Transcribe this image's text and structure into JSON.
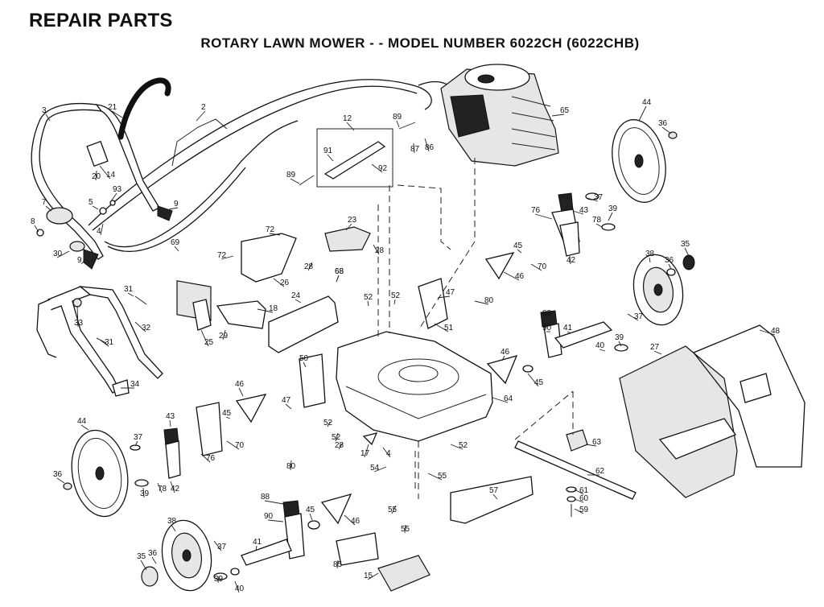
{
  "document": {
    "title": "REPAIR PARTS",
    "subtitle": "ROTARY LAWN MOWER - - MODEL NUMBER 6022CH (6022CHB)"
  },
  "callouts": [
    {
      "id": "c1",
      "text": "3"
    },
    {
      "id": "c2",
      "text": "21"
    },
    {
      "id": "c3",
      "text": "2"
    },
    {
      "id": "c4",
      "text": "12"
    },
    {
      "id": "c5",
      "text": "89"
    },
    {
      "id": "c6",
      "text": "91"
    },
    {
      "id": "c7",
      "text": "92"
    },
    {
      "id": "c8",
      "text": "89"
    },
    {
      "id": "c9",
      "text": "87"
    },
    {
      "id": "c10",
      "text": "86"
    },
    {
      "id": "c11",
      "text": "65"
    },
    {
      "id": "c12",
      "text": "44"
    },
    {
      "id": "c13",
      "text": "36"
    },
    {
      "id": "c14",
      "text": "20"
    },
    {
      "id": "c15",
      "text": "14"
    },
    {
      "id": "c16",
      "text": "7"
    },
    {
      "id": "c17",
      "text": "5"
    },
    {
      "id": "c18",
      "text": "93"
    },
    {
      "id": "c19",
      "text": "9"
    },
    {
      "id": "c20",
      "text": "8"
    },
    {
      "id": "c21",
      "text": "4"
    },
    {
      "id": "c22",
      "text": "30"
    },
    {
      "id": "c23",
      "text": "9"
    },
    {
      "id": "c24",
      "text": "69"
    },
    {
      "id": "c25",
      "text": "72"
    },
    {
      "id": "c26",
      "text": "72"
    },
    {
      "id": "c27",
      "text": "23"
    },
    {
      "id": "c28",
      "text": "28"
    },
    {
      "id": "c29",
      "text": "28"
    },
    {
      "id": "c30",
      "text": "26"
    },
    {
      "id": "c31",
      "text": "68"
    },
    {
      "id": "c32",
      "text": "37"
    },
    {
      "id": "c33",
      "text": "43"
    },
    {
      "id": "c34",
      "text": "76"
    },
    {
      "id": "c35",
      "text": "39"
    },
    {
      "id": "c36",
      "text": "78"
    },
    {
      "id": "c37",
      "text": "45"
    },
    {
      "id": "c38",
      "text": "70"
    },
    {
      "id": "c39",
      "text": "42"
    },
    {
      "id": "c40",
      "text": "35"
    },
    {
      "id": "c41",
      "text": "38"
    },
    {
      "id": "c42",
      "text": "36"
    },
    {
      "id": "c43",
      "text": "31"
    },
    {
      "id": "c44",
      "text": "33"
    },
    {
      "id": "c45",
      "text": "32"
    },
    {
      "id": "c46",
      "text": "18"
    },
    {
      "id": "c47",
      "text": "24"
    },
    {
      "id": "c48",
      "text": "52"
    },
    {
      "id": "c49",
      "text": "52"
    },
    {
      "id": "c50",
      "text": "47"
    },
    {
      "id": "c51",
      "text": "80"
    },
    {
      "id": "c52",
      "text": "46"
    },
    {
      "id": "c53",
      "text": "37"
    },
    {
      "id": "c54",
      "text": "29"
    },
    {
      "id": "c55",
      "text": "25"
    },
    {
      "id": "c56",
      "text": "31"
    },
    {
      "id": "c57",
      "text": "68"
    },
    {
      "id": "c58",
      "text": "51"
    },
    {
      "id": "c59",
      "text": "88"
    },
    {
      "id": "c60",
      "text": "90"
    },
    {
      "id": "c61",
      "text": "41"
    },
    {
      "id": "c62",
      "text": "39"
    },
    {
      "id": "c63",
      "text": "40"
    },
    {
      "id": "c64",
      "text": "48"
    },
    {
      "id": "c65",
      "text": "27"
    },
    {
      "id": "c66",
      "text": "50"
    },
    {
      "id": "c67",
      "text": "46"
    },
    {
      "id": "c68",
      "text": "45"
    },
    {
      "id": "c69",
      "text": "34"
    },
    {
      "id": "c70",
      "text": "46"
    },
    {
      "id": "c71",
      "text": "47"
    },
    {
      "id": "c72",
      "text": "64"
    },
    {
      "id": "c73",
      "text": "44"
    },
    {
      "id": "c74",
      "text": "43"
    },
    {
      "id": "c75",
      "text": "45"
    },
    {
      "id": "c76",
      "text": "70"
    },
    {
      "id": "c77",
      "text": "52"
    },
    {
      "id": "c78",
      "text": "52"
    },
    {
      "id": "c79",
      "text": "28"
    },
    {
      "id": "c80",
      "text": "17"
    },
    {
      "id": "c81",
      "text": "4"
    },
    {
      "id": "c82",
      "text": "52"
    },
    {
      "id": "c83",
      "text": "63"
    },
    {
      "id": "c84",
      "text": "37"
    },
    {
      "id": "c85",
      "text": "76"
    },
    {
      "id": "c86",
      "text": "80"
    },
    {
      "id": "c87",
      "text": "36"
    },
    {
      "id": "c88",
      "text": "39"
    },
    {
      "id": "c89",
      "text": "78"
    },
    {
      "id": "c90",
      "text": "42"
    },
    {
      "id": "c91",
      "text": "54"
    },
    {
      "id": "c92",
      "text": "55"
    },
    {
      "id": "c93",
      "text": "62"
    },
    {
      "id": "c94",
      "text": "61"
    },
    {
      "id": "c95",
      "text": "60"
    },
    {
      "id": "c96",
      "text": "59"
    },
    {
      "id": "c97",
      "text": "55"
    },
    {
      "id": "c98",
      "text": "55"
    },
    {
      "id": "c99",
      "text": "57"
    },
    {
      "id": "c100",
      "text": "88"
    },
    {
      "id": "c101",
      "text": "90"
    },
    {
      "id": "c102",
      "text": "45"
    },
    {
      "id": "c103",
      "text": "46"
    },
    {
      "id": "c104",
      "text": "38"
    },
    {
      "id": "c105",
      "text": "37"
    },
    {
      "id": "c106",
      "text": "41"
    },
    {
      "id": "c107",
      "text": "40"
    },
    {
      "id": "c108",
      "text": "35"
    },
    {
      "id": "c109",
      "text": "36"
    },
    {
      "id": "c110",
      "text": "39"
    },
    {
      "id": "c111",
      "text": "85"
    },
    {
      "id": "c112",
      "text": "15"
    }
  ]
}
